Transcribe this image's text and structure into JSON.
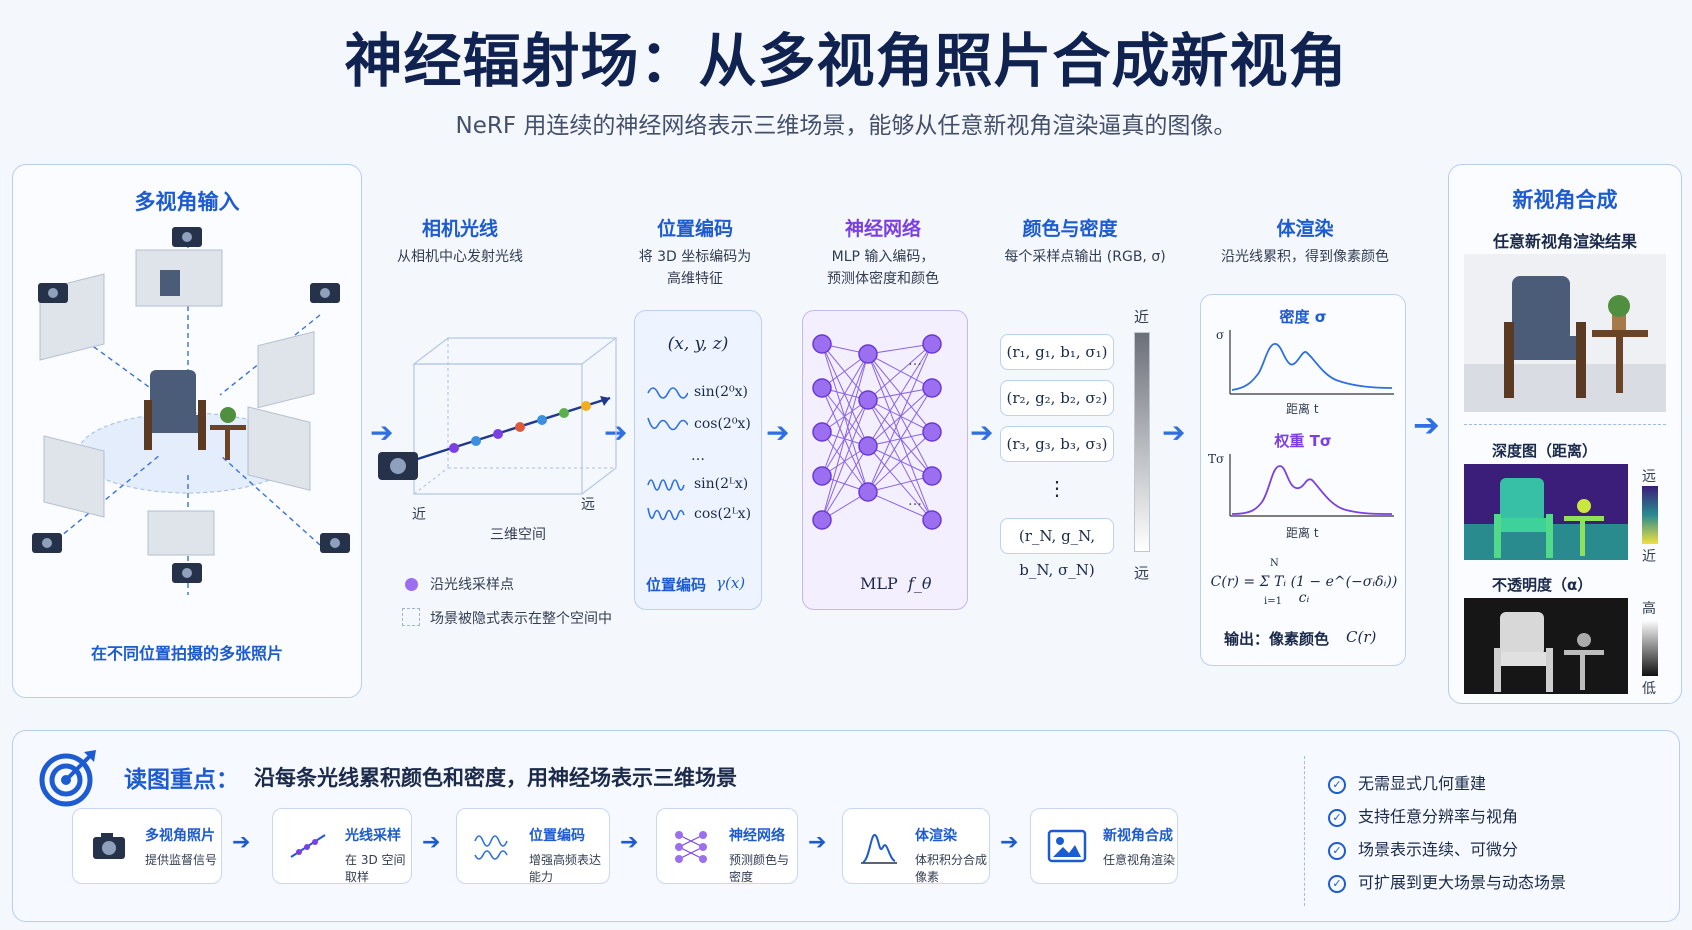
{
  "title": "神经辐射场：从多视角照片合成新视角",
  "subtitle": "NeRF 用连续的神经网络表示三维场景，能够从任意新视角渲染逼真的图像。",
  "input": {
    "heading": "多视角输入",
    "caption": "在不同位置拍摄的多张照片"
  },
  "ray": {
    "heading": "相机光线",
    "desc": "从相机中心发射光线",
    "near": "近",
    "far": "远",
    "space": "三维空间",
    "legend_samples": "沿光线采样点",
    "legend_scene": "场景被隐式表示在整个空间中"
  },
  "encoding": {
    "heading": "位置编码",
    "desc1": "将 3D 坐标编码为",
    "desc2": "高维特征",
    "input": "(x, y, z)",
    "f1": "sin(2⁰x)",
    "f2": "cos(2⁰x)",
    "dots": "…",
    "f3": "sin(2ᴸx)",
    "f4": "cos(2ᴸx)",
    "footer_label": "位置编码",
    "footer_math": "γ(x)"
  },
  "network": {
    "heading": "神经网络",
    "desc1": "MLP 输入编码，",
    "desc2": "预测体密度和颜色",
    "footer_label": "MLP",
    "footer_math": "f_θ",
    "ellipsis": "…"
  },
  "color": {
    "heading": "颜色与密度",
    "desc": "每个采样点输出 (RGB, σ)",
    "rows": [
      "(r₁, g₁, b₁, σ₁)",
      "(r₂, g₂, b₂, σ₂)",
      "(r₃, g₃, b₃, σ₃)",
      "⋮",
      "(r_N, g_N, b_N, σ_N)"
    ],
    "near": "近",
    "far": "远"
  },
  "render": {
    "heading": "体渲染",
    "desc": "沿光线累积，得到像素颜色",
    "density_title": "密度 σ",
    "density_y": "σ",
    "density_x": "距离 t",
    "weight_title": "权重 Tσ",
    "weight_y": "Tσ",
    "weight_x": "距离 t",
    "formula": "C(r) = Σ Tᵢ (1 − e^(−σᵢδᵢ)) cᵢ",
    "sum_top": "N",
    "sum_bottom": "i=1",
    "output_label": "输出：像素颜色",
    "output_math": "C(r)"
  },
  "synthesis": {
    "heading": "新视角合成",
    "render_label": "任意新视角渲染结果",
    "depth_label": "深度图（距离）",
    "depth_far": "远",
    "depth_near": "近",
    "opacity_label": "不透明度（α）",
    "opacity_high": "高",
    "opacity_low": "低"
  },
  "bottom": {
    "heading_bold": "读图重点：",
    "heading_rest": "沿每条光线累积颜色和密度，用神经场表示三维场景",
    "steps": [
      {
        "title": "多视角照片",
        "desc": "提供监督信号",
        "icon": "camera-icon"
      },
      {
        "title": "光线采样",
        "desc": "在 3D 空间取样",
        "icon": "ray-sample-icon"
      },
      {
        "title": "位置编码",
        "desc": "增强高频表达能力",
        "icon": "wave-icon"
      },
      {
        "title": "神经网络",
        "desc": "预测颜色与密度",
        "icon": "network-icon"
      },
      {
        "title": "体渲染",
        "desc": "体积积分合成像素",
        "icon": "curve-icon"
      },
      {
        "title": "新视角合成",
        "desc": "任意视角渲染",
        "icon": "image-icon"
      }
    ],
    "checks": [
      "无需显式几何重建",
      "支持任意分辨率与视角",
      "场景表示连续、可微分",
      "可扩展到更大场景与动态场景"
    ]
  },
  "colors": {
    "accent": "#1d5bd0",
    "purple": "#7b3fe4",
    "title": "#0f2250"
  }
}
